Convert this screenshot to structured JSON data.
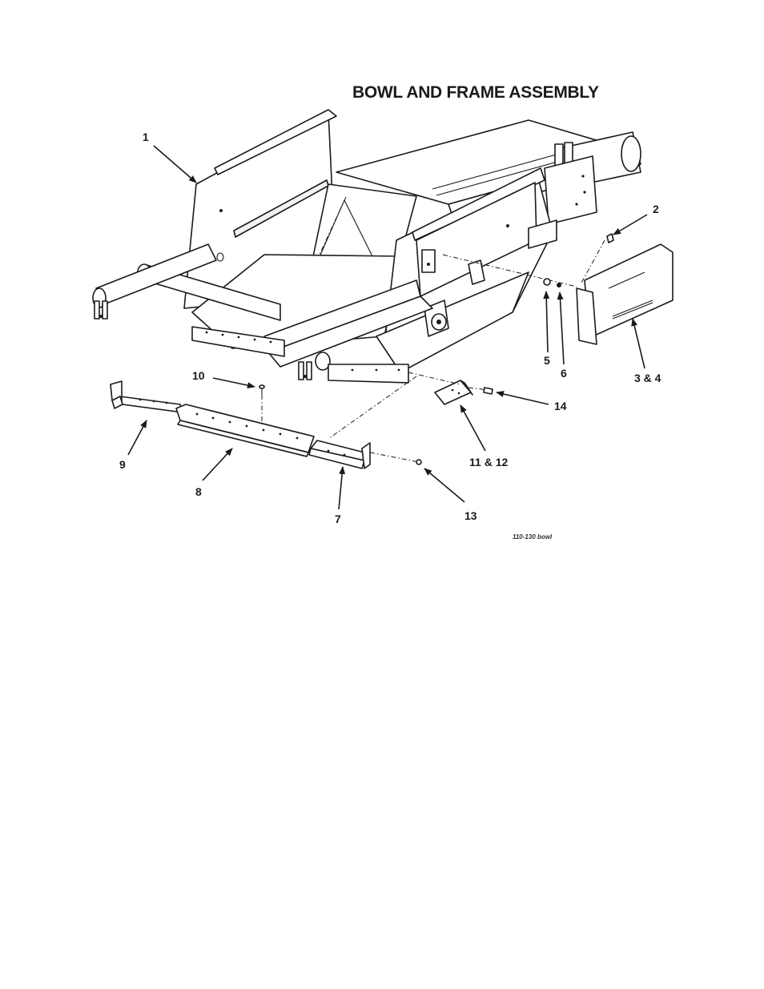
{
  "title": "BOWL AND FRAME ASSEMBLY",
  "callouts": [
    {
      "id": "1",
      "label": "1"
    },
    {
      "id": "2",
      "label": "2"
    },
    {
      "id": "3-4",
      "label": "3 & 4"
    },
    {
      "id": "5",
      "label": "5"
    },
    {
      "id": "6",
      "label": "6"
    },
    {
      "id": "7",
      "label": "7"
    },
    {
      "id": "8",
      "label": "8"
    },
    {
      "id": "9",
      "label": "9"
    },
    {
      "id": "10",
      "label": "10"
    },
    {
      "id": "11-12",
      "label": "11 & 12"
    },
    {
      "id": "13",
      "label": "13"
    },
    {
      "id": "14",
      "label": "14"
    }
  ],
  "caption": "110-130 bowl"
}
